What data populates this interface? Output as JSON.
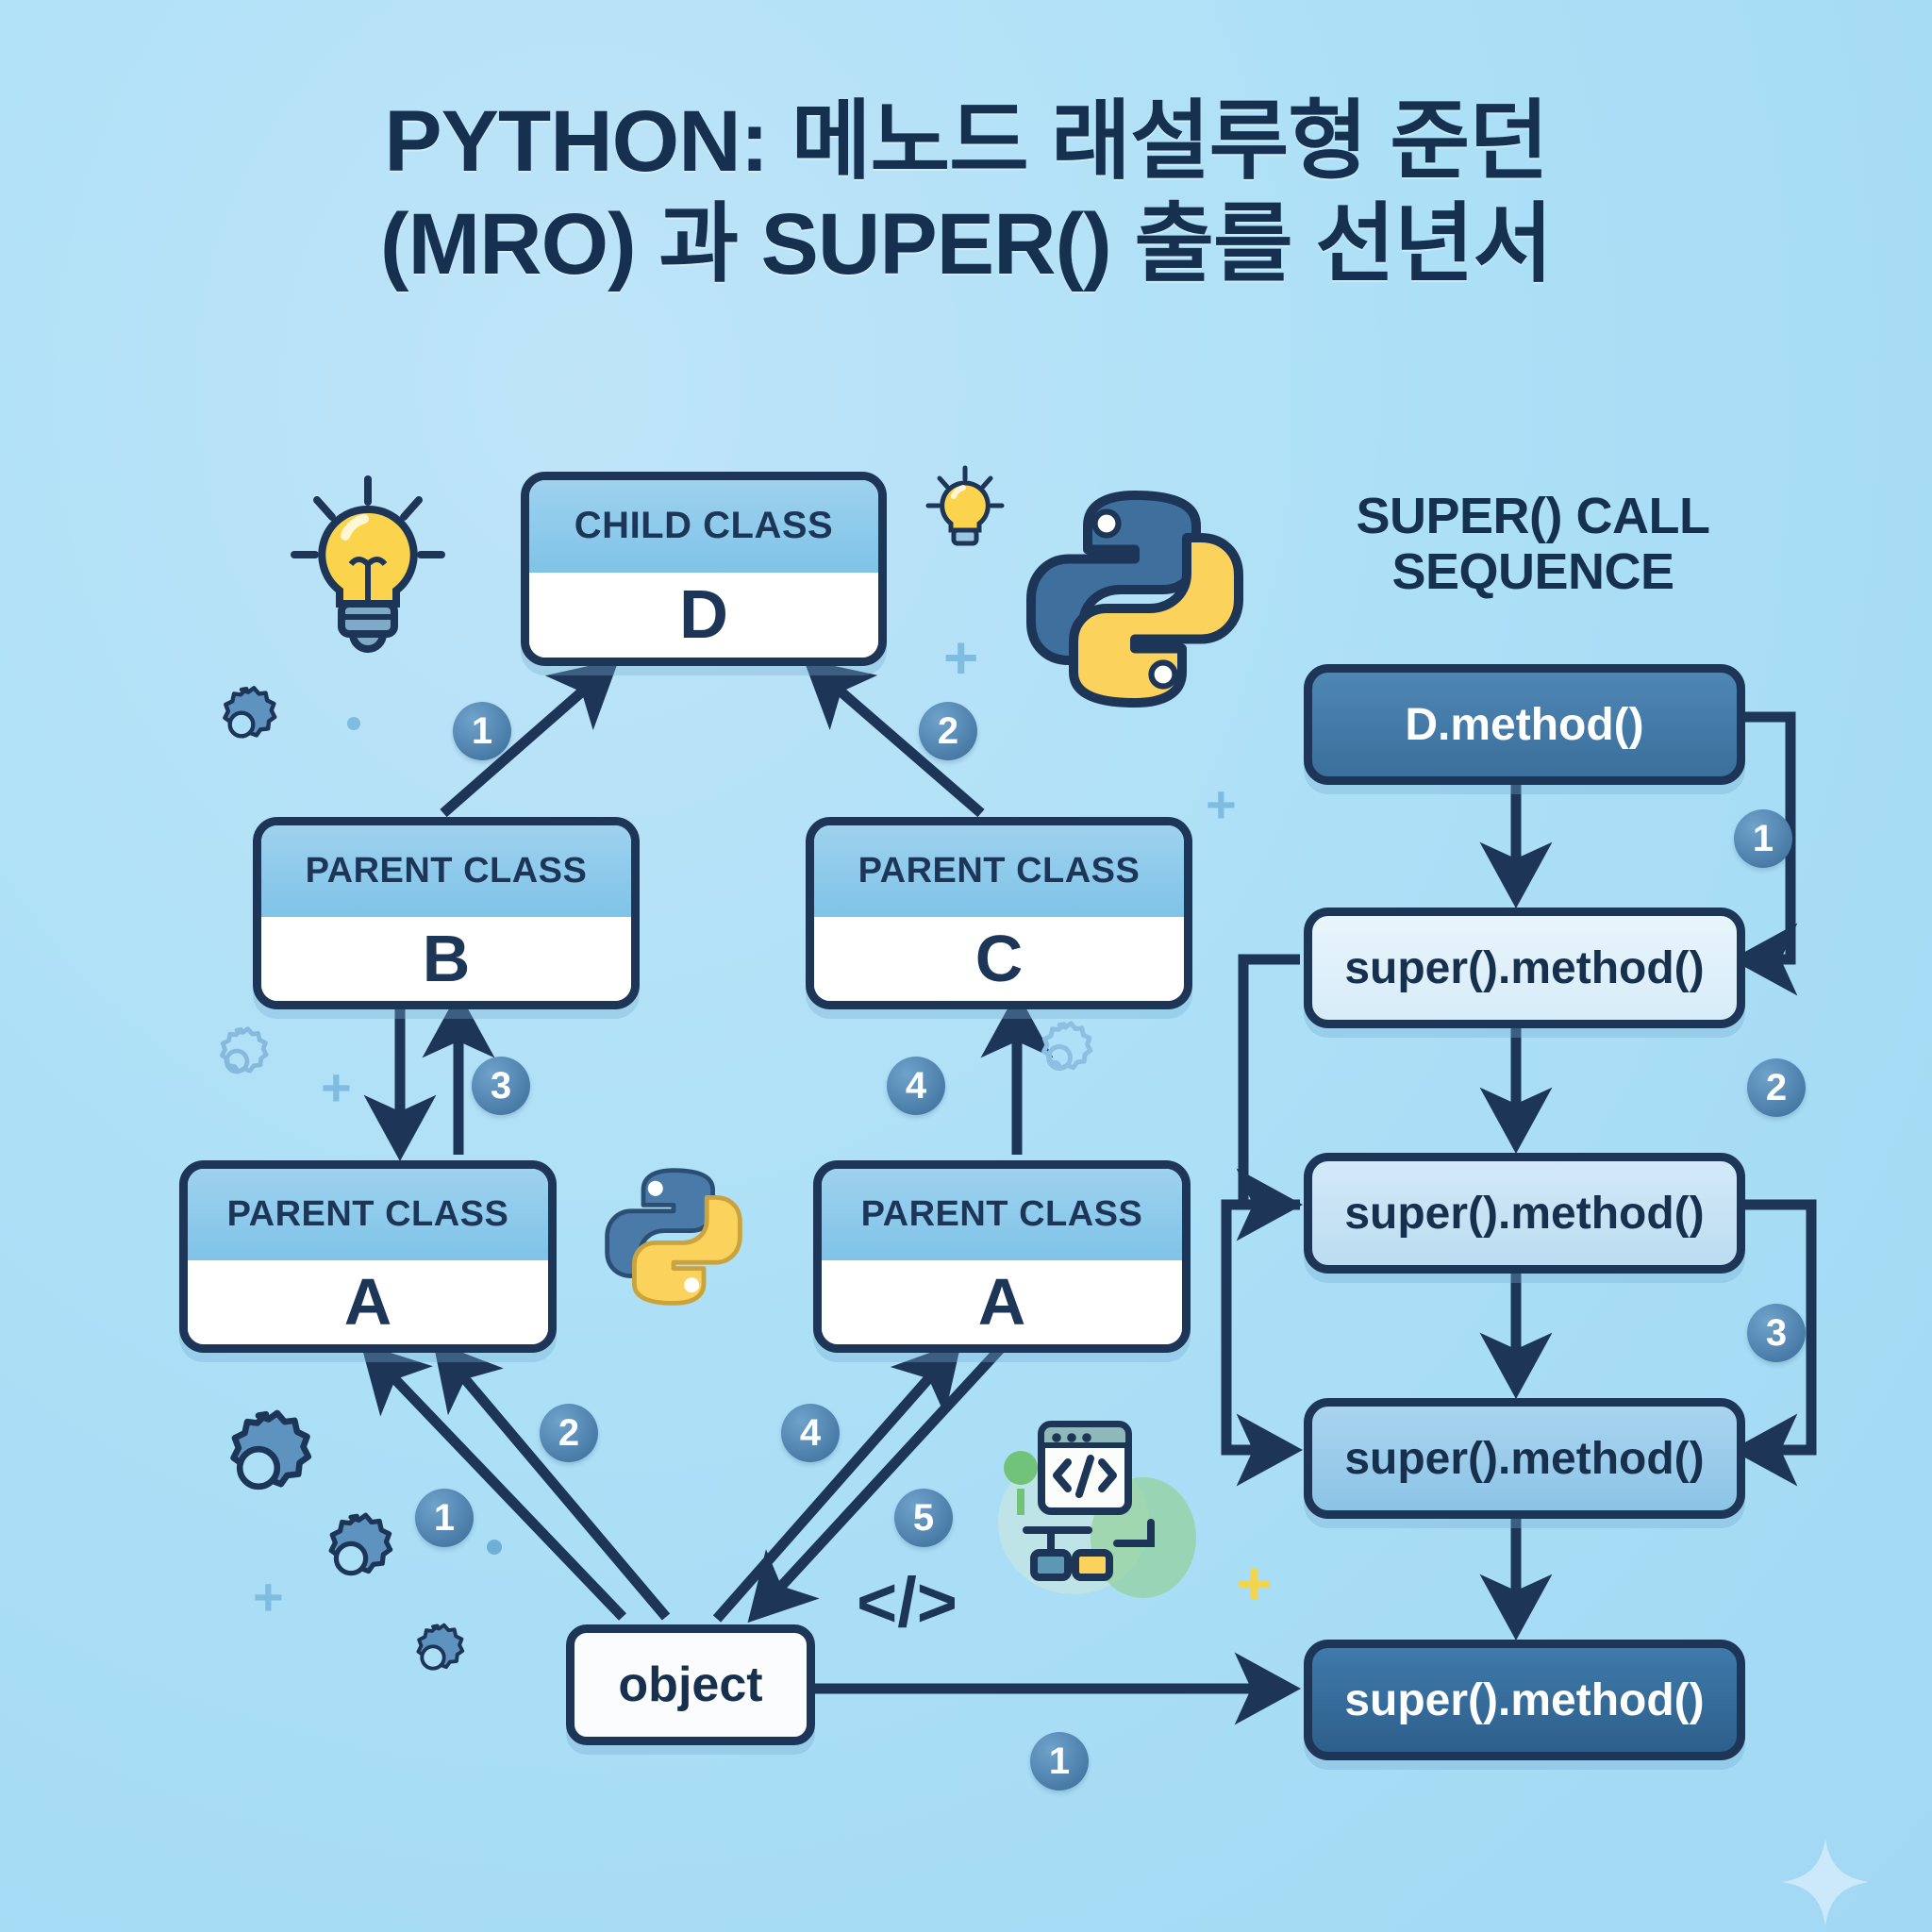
{
  "title": {
    "line1": "PYTHON: 메노드 래설루형 준던",
    "line2": "(MRO) 과 SUPER() 출를 선년서"
  },
  "colors": {
    "background": "#ace0f7",
    "ink": "#1d3557",
    "header_fill": "#7fc3e8",
    "badge": "#4a7ca8",
    "python_blue": "#3f6f9c",
    "python_yellow": "#ffd champagne"
  },
  "diagram": {
    "classes": [
      {
        "id": "d",
        "kind": "CHILD CLASS",
        "name": "D"
      },
      {
        "id": "b",
        "kind": "PARENT CLASS",
        "name": "B"
      },
      {
        "id": "c",
        "kind": "PARENT CLASS",
        "name": "C"
      },
      {
        "id": "a1",
        "kind": "PARENT CLASS",
        "name": "A"
      },
      {
        "id": "a2",
        "kind": "PARENT CLASS",
        "name": "A"
      }
    ],
    "object_label": "object",
    "edge_badges": [
      {
        "id": "d-b",
        "label": "1"
      },
      {
        "id": "d-c",
        "label": "2"
      },
      {
        "id": "b-a1",
        "label": "3"
      },
      {
        "id": "c-a2",
        "label": "4"
      },
      {
        "id": "obj-a1-1",
        "label": "1"
      },
      {
        "id": "obj-a1-2",
        "label": "2"
      },
      {
        "id": "obj-a2-4",
        "label": "4"
      },
      {
        "id": "obj-a2-5",
        "label": "5"
      },
      {
        "id": "obj-seq",
        "label": "1"
      }
    ]
  },
  "sequence": {
    "heading_line1": "SUPER() CALL",
    "heading_line2": "SEQUENCE",
    "steps": [
      {
        "label": "D.method()"
      },
      {
        "label": "super().method()"
      },
      {
        "label": "super().method()"
      },
      {
        "label": "super().method()"
      },
      {
        "label": "super().method()"
      }
    ],
    "return_badges": [
      {
        "label": "1"
      },
      {
        "label": "2"
      },
      {
        "label": "3"
      }
    ]
  },
  "decorations": {
    "lightbulb_large": "lightbulb-icon",
    "lightbulb_small": "lightbulb-icon",
    "python_logo_large": "python-logo-icon",
    "python_logo_small": "python-logo-icon",
    "gears": "gear-icon",
    "code_window": "code-window-icon",
    "code_tag": "</>",
    "plus_marks": "plus-icon",
    "sparkle": "sparkle-icon"
  }
}
